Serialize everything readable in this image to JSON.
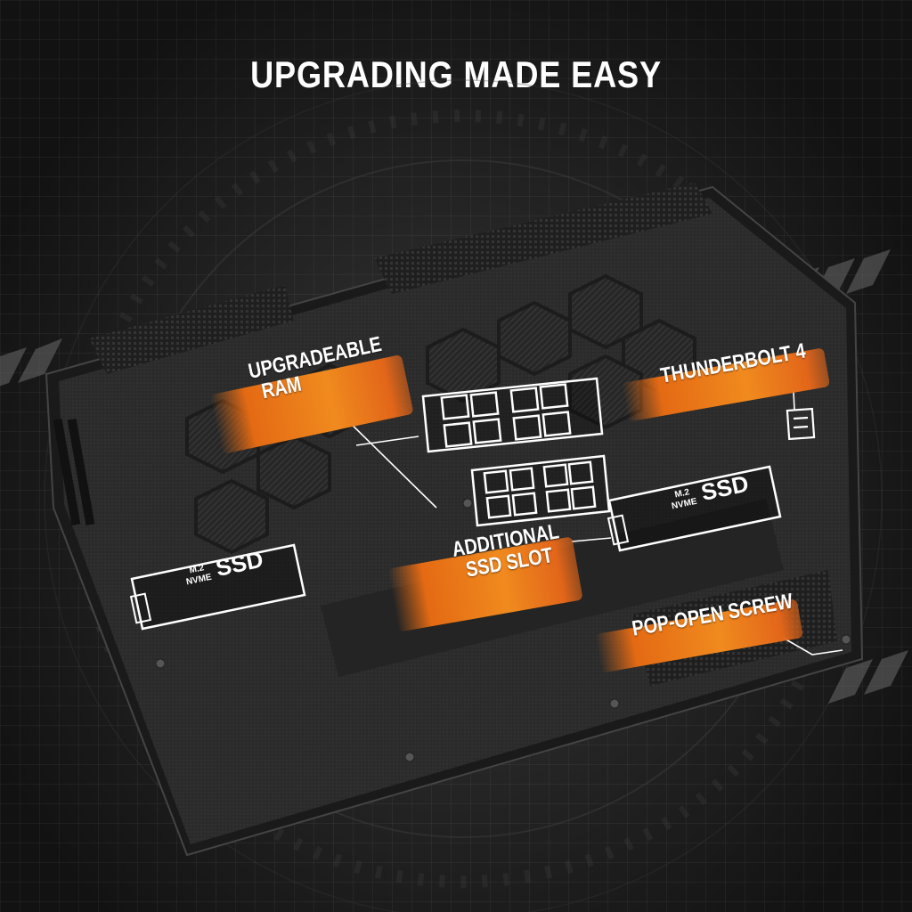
{
  "title": "UPGRADING MADE EASY",
  "callouts": {
    "ram": [
      "UPGRADEABLE",
      "RAM"
    ],
    "thunderbolt": "THUNDERBOLT 4",
    "ssd_slot": [
      "ADDITIONAL",
      "SSD SLOT"
    ],
    "screw": "POP-OPEN SCREW"
  },
  "ssd_card": {
    "standard_top": "M.2",
    "standard_bottom": "NVME",
    "name": "SSD"
  },
  "colors": {
    "accent": "#e8761a",
    "laptop_body": "#2c2c2c",
    "text": "#ffffff"
  }
}
